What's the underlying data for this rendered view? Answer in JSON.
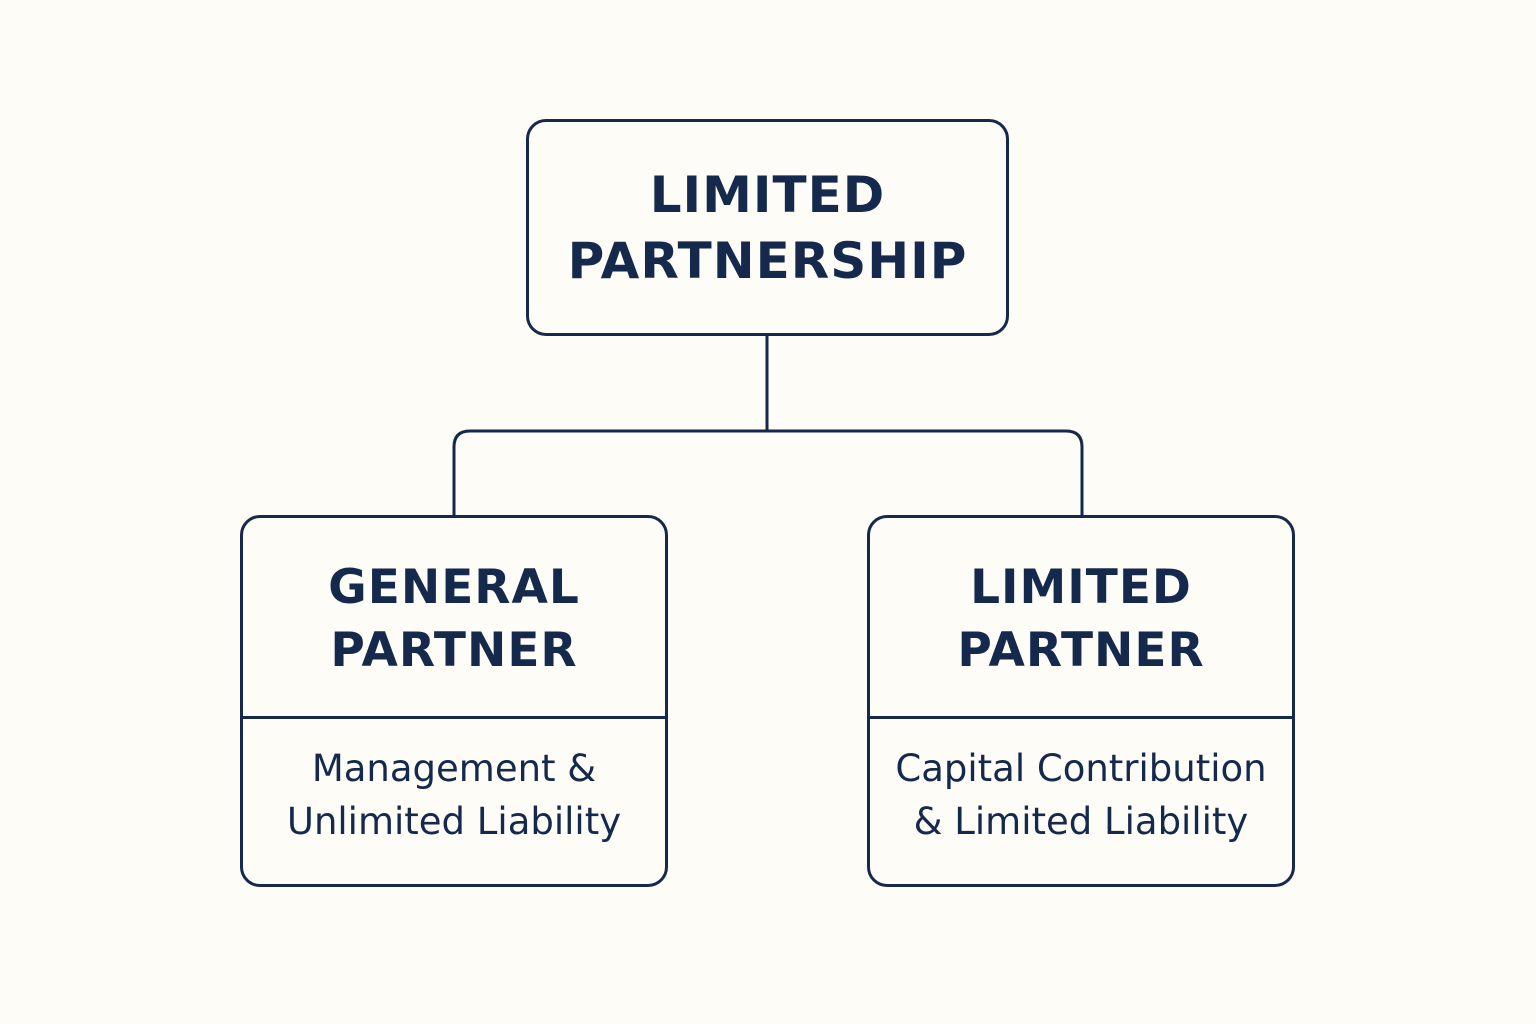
{
  "colors": {
    "background": "#fdfcf7",
    "stroke": "#15294d",
    "text": "#15294d"
  },
  "root": {
    "title_lines": [
      "LIMITED",
      "PARTNERSHIP"
    ]
  },
  "children": [
    {
      "title_lines": [
        "GENERAL",
        "PARTNER"
      ],
      "description_lines": [
        "Management &",
        "Unlimited Liability"
      ]
    },
    {
      "title_lines": [
        "LIMITED",
        "PARTNER"
      ],
      "description_lines": [
        "Capital Contribution",
        "& Limited Liability"
      ]
    }
  ]
}
